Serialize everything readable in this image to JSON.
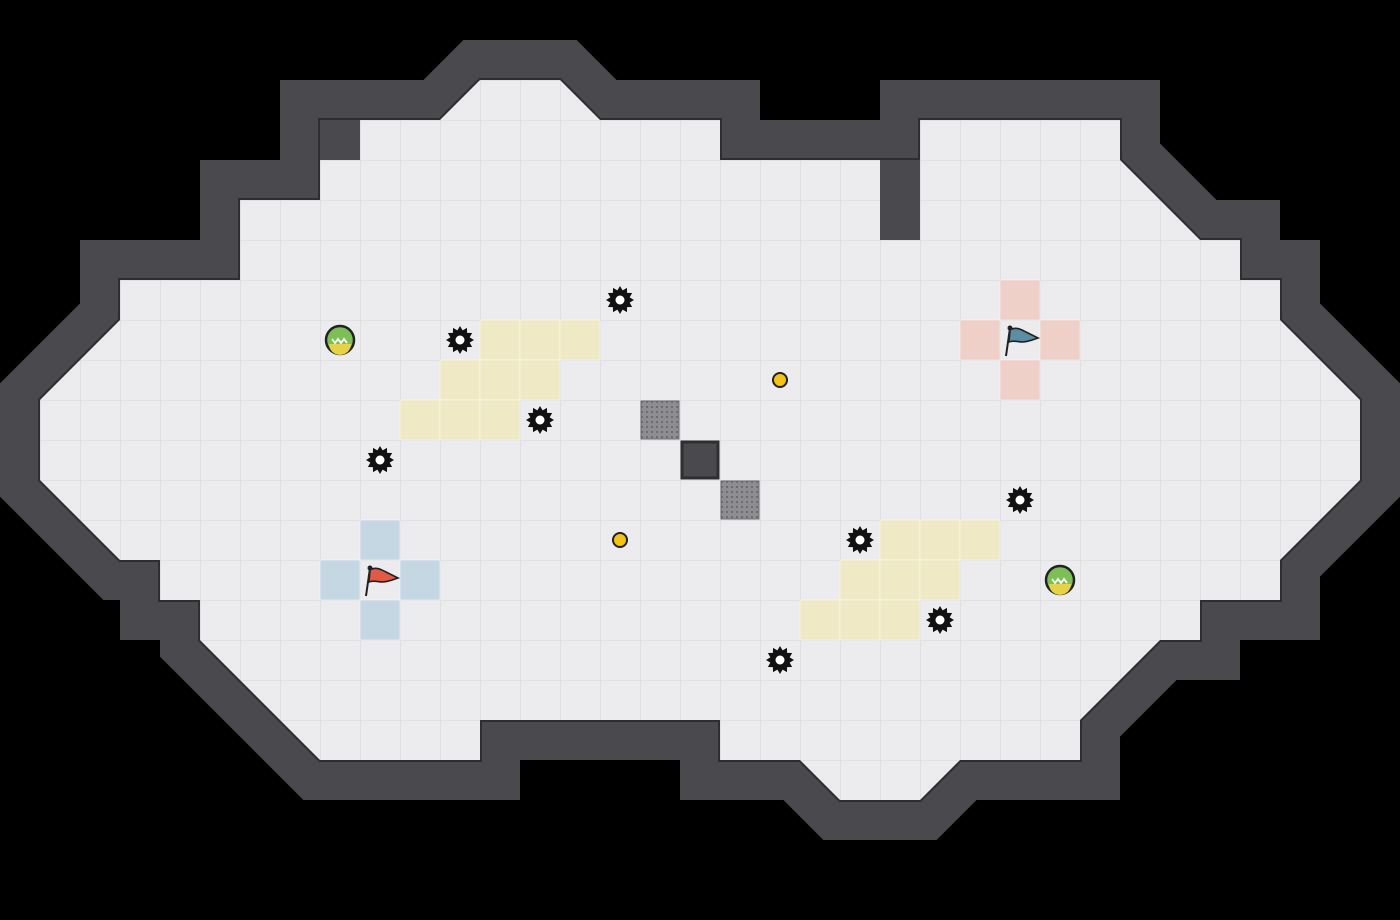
{
  "game": {
    "type": "capture-the-flag-arena",
    "grid_size": 40,
    "colors": {
      "background": "#000000",
      "floor": "#ececee",
      "floor_line": "#dcdcdf",
      "wall": "#4a4a4e",
      "wall_edge": "#2e2e31",
      "slow_zone": "#efeac5",
      "red_base": "#c6d7e4",
      "blue_base": "#efd0c8",
      "red_flag": "#e25a45",
      "blue_flag": "#5a8ea3",
      "powerup": "#7bbf56",
      "boost": "#f3c316",
      "spike": "#111111"
    },
    "flags": [
      {
        "team": "red",
        "col": 9,
        "row": 14,
        "icon": "red-flag-icon"
      },
      {
        "team": "blue",
        "col": 25,
        "row": 8,
        "icon": "blue-flag-icon"
      }
    ],
    "powerups": [
      {
        "col": 8,
        "row": 8,
        "icon": "powerup-icon"
      },
      {
        "col": 26,
        "row": 14,
        "icon": "powerup-icon"
      }
    ],
    "boosts": [
      {
        "col": 19,
        "row": 9,
        "icon": "boost-icon"
      },
      {
        "col": 15,
        "row": 13,
        "icon": "boost-icon"
      }
    ],
    "spikes": [
      {
        "col": 15,
        "row": 7
      },
      {
        "col": 11,
        "row": 8
      },
      {
        "col": 13,
        "row": 10
      },
      {
        "col": 9,
        "row": 11
      },
      {
        "col": 25,
        "row": 12
      },
      {
        "col": 21,
        "row": 13
      },
      {
        "col": 23,
        "row": 15
      },
      {
        "col": 19,
        "row": 16
      }
    ],
    "gates": [
      {
        "col": 16,
        "row": 10
      },
      {
        "col": 18,
        "row": 12
      }
    ],
    "wall_blocks": [
      {
        "col": 17,
        "row": 11
      }
    ],
    "slow_tiles": [
      [
        12,
        8
      ],
      [
        13,
        8
      ],
      [
        14,
        8
      ],
      [
        11,
        9
      ],
      [
        12,
        9
      ],
      [
        13,
        9
      ],
      [
        10,
        10
      ],
      [
        11,
        10
      ],
      [
        12,
        10
      ],
      [
        22,
        13
      ],
      [
        23,
        13
      ],
      [
        24,
        13
      ],
      [
        21,
        14
      ],
      [
        22,
        14
      ],
      [
        23,
        14
      ],
      [
        20,
        15
      ],
      [
        21,
        15
      ],
      [
        22,
        15
      ]
    ],
    "red_base_tiles": [
      [
        9,
        13
      ],
      [
        8,
        14
      ],
      [
        10,
        14
      ],
      [
        9,
        15
      ]
    ],
    "blue_base_tiles": [
      [
        25,
        7
      ],
      [
        24,
        8
      ],
      [
        26,
        8
      ],
      [
        25,
        9
      ]
    ]
  }
}
